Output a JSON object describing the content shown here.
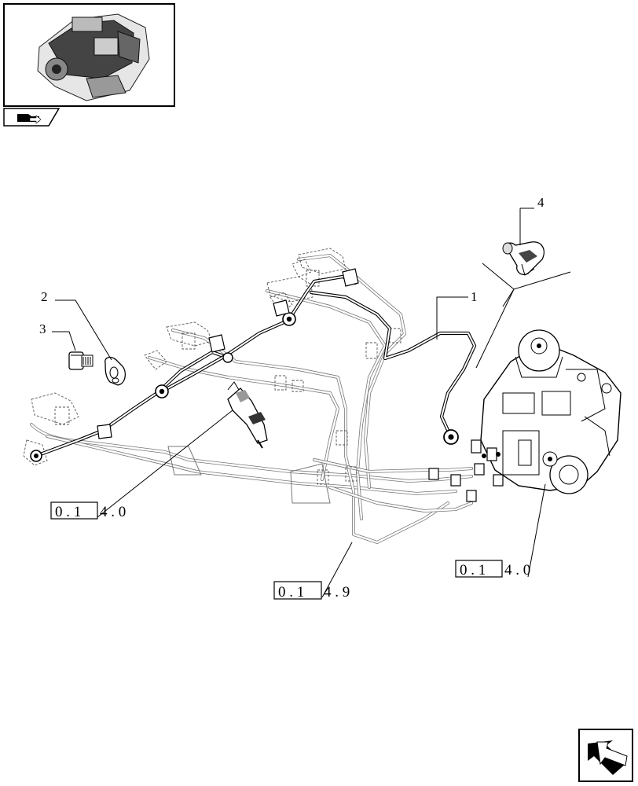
{
  "callouts": [
    {
      "id": "1",
      "label": "1"
    },
    {
      "id": "2",
      "label": "2"
    },
    {
      "id": "3",
      "label": "3"
    },
    {
      "id": "4",
      "label": "4"
    }
  ],
  "references": [
    {
      "boxed": "0 . 1",
      "rest": "4 . 0"
    },
    {
      "boxed": "0 . 1",
      "rest": "4 . 9"
    },
    {
      "boxed": "0 . 1",
      "rest": "4 . 0"
    }
  ],
  "thumbnail": {
    "icon": "engine-thumbnail-icon"
  },
  "nav": {
    "tab_icon": "folder-arrow-icon",
    "corner_icon": "next-page-arrow-icon"
  }
}
